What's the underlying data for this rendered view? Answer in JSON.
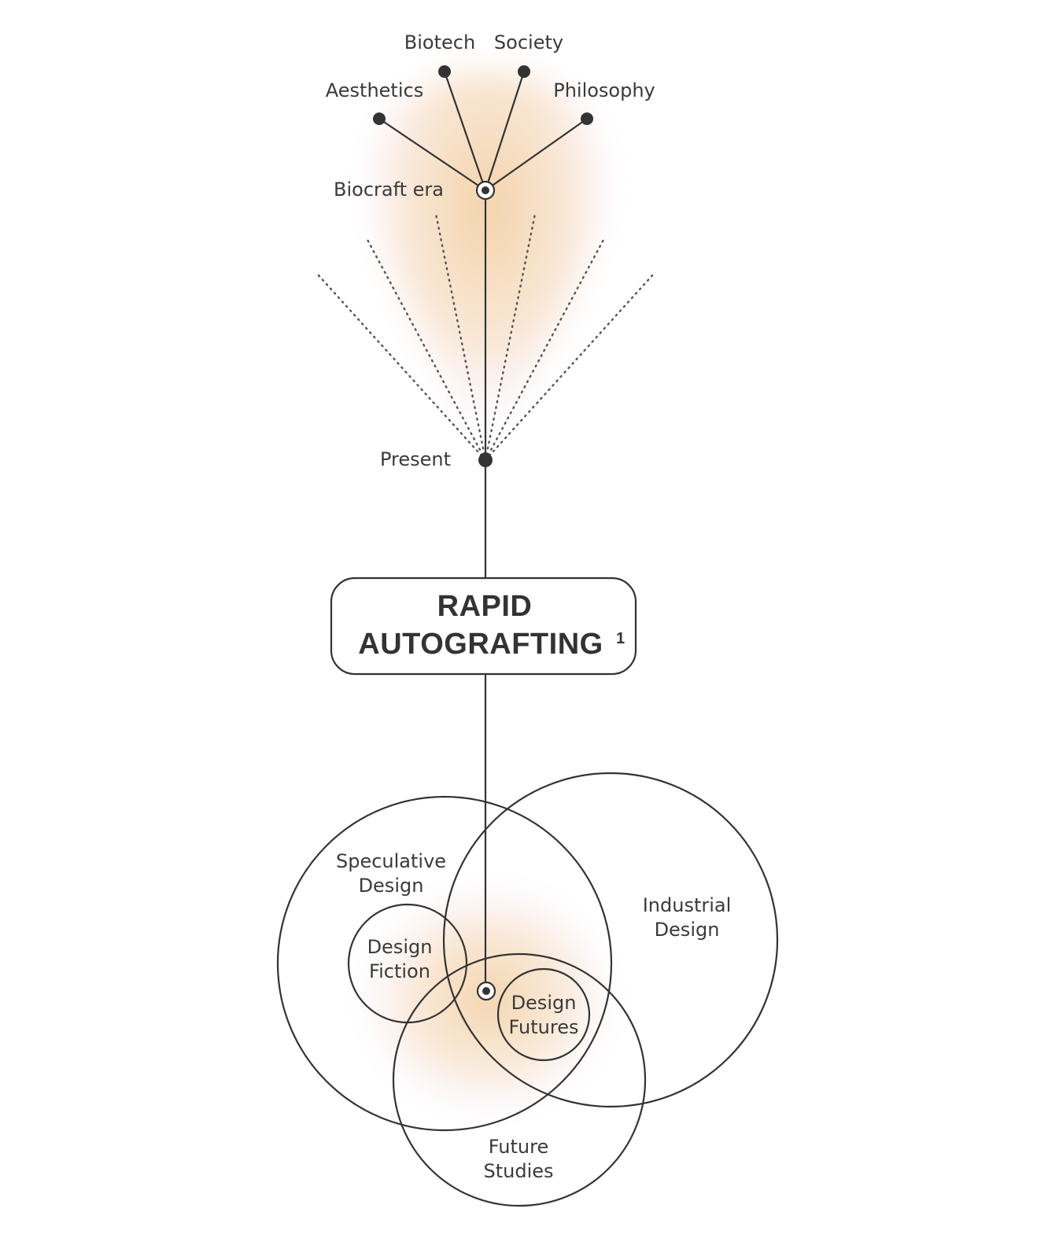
{
  "tree": {
    "branches": [
      "Aesthetics",
      "Biotech",
      "Society",
      "Philosophy"
    ],
    "era_label": "Biocraft era",
    "present_label": "Present"
  },
  "box": {
    "line1": "RAPID",
    "line2": "AUTOGRAFTING",
    "footnote": "1"
  },
  "venn": {
    "speculative": [
      "Speculative",
      "Design"
    ],
    "industrial": [
      "Industrial",
      "Design"
    ],
    "future_studies": [
      "Future",
      "Studies"
    ],
    "design_fiction": [
      "Design",
      "Fiction"
    ],
    "design_futures": [
      "Design",
      "Futures"
    ]
  },
  "colors": {
    "ink": "#333333",
    "glow": "#f2cfa3",
    "glow_edge": "#f6e3ea"
  }
}
